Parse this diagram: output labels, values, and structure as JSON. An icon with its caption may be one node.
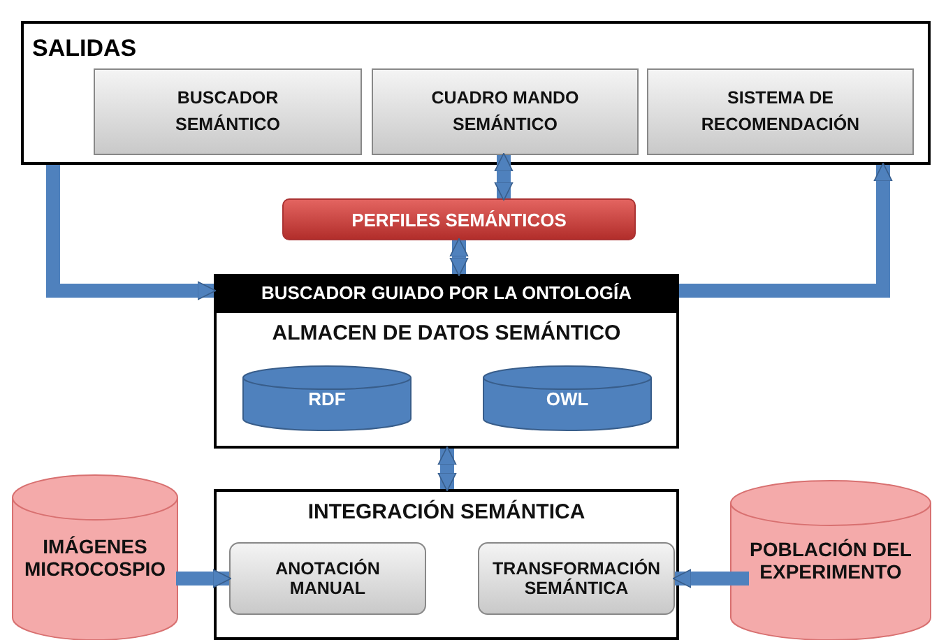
{
  "diagram": {
    "nodes": [
      {
        "text": [
          "SALIDAS"
        ]
      },
      {
        "text": [
          "BUSCADOR SEMÁNTICO"
        ],
        "in": 0
      },
      {
        "text": [
          "CUADRO MANDO SEMÁNTICO"
        ],
        "in": 0
      },
      {
        "text": [
          "SISTEMA DE RECOMENDACIÓN"
        ],
        "in": 0
      },
      {
        "text": [
          "PERFILES SEMÁNTICOS"
        ]
      },
      {
        "text": [
          "BUSCADOR GUIADO POR LA ONTOLOGÍA"
        ]
      },
      {
        "text": [
          "ALMACEN DE DATOS SEMÁNTICO"
        ]
      },
      {
        "text": [
          "RDF"
        ],
        "in": 6
      },
      {
        "text": [
          "OWL"
        ],
        "in": 6
      },
      {
        "text": [
          "INTEGRACIÓN SEMÁNTICA"
        ]
      },
      {
        "text": [
          "ANOTACIÓN MANUAL"
        ],
        "in": 9
      },
      {
        "text": [
          "TRANSFORMACIÓN SEMÁNTICA"
        ],
        "in": 9
      },
      {
        "text": [
          "IMÁGENES MICROCOSPIO"
        ]
      },
      {
        "text": [
          "POBLACIÓN DEL EXPERIMENTO"
        ]
      }
    ],
    "edges": [
      {
        "from": 2,
        "to": 4,
        "arrow": "both"
      },
      {
        "from": 4,
        "to": 5,
        "arrow": "both"
      },
      {
        "from": 0,
        "to": 5,
        "arrow": "to"
      },
      {
        "from": 5,
        "to": 3,
        "arrow": "to"
      },
      {
        "from": 6,
        "to": 9,
        "arrow": "both"
      },
      {
        "from": 12,
        "to": 10,
        "arrow": "to"
      },
      {
        "from": 13,
        "to": 11,
        "arrow": "to"
      }
    ]
  }
}
